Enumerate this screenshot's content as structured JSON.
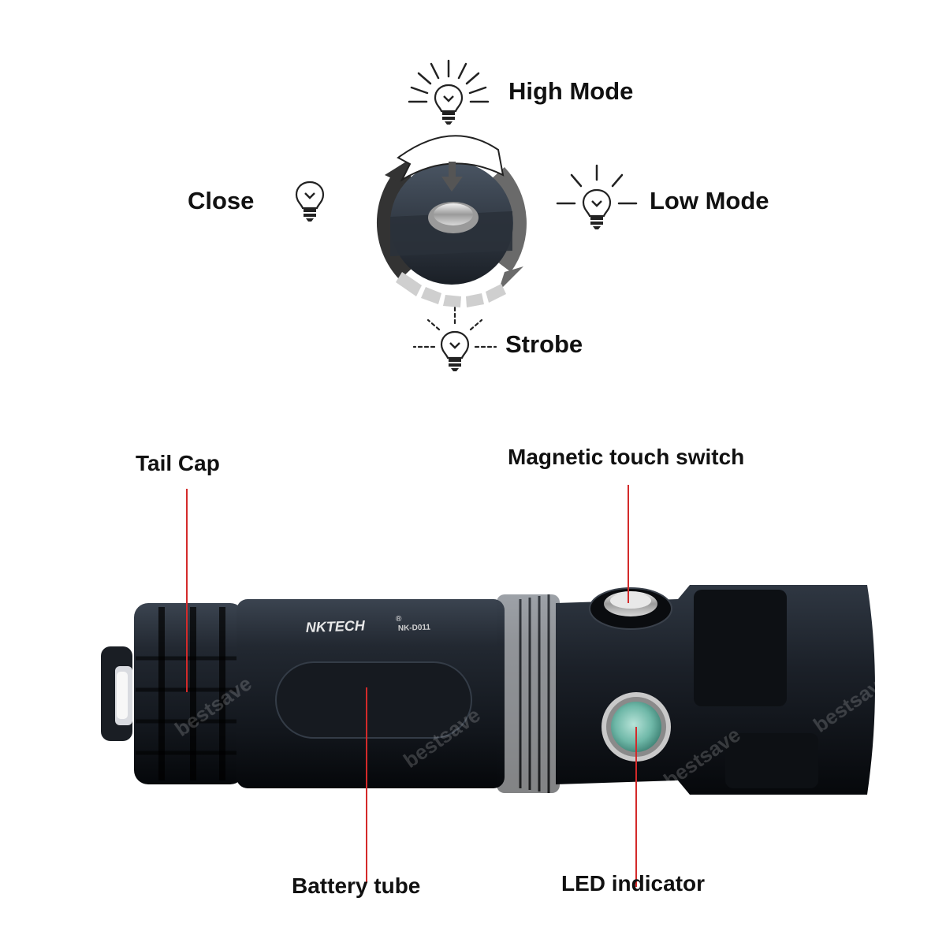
{
  "modes": {
    "high": "High Mode",
    "low": "Low Mode",
    "close": "Close",
    "strobe": "Strobe"
  },
  "parts": {
    "tail_cap": "Tail Cap",
    "switch": "Magnetic touch switch",
    "battery": "Battery tube",
    "led": "LED indicator"
  },
  "flashlight": {
    "brand": "NKTECH",
    "model": "NK-D011",
    "registered_mark": "®",
    "watermark": "bestsave"
  },
  "colors": {
    "callout_line": "#d42a2a",
    "body": "#15191f",
    "led": "#6fb8a8"
  },
  "icons": [
    "bulb-icon",
    "rotation-arrow-icon",
    "press-arrow-icon"
  ]
}
